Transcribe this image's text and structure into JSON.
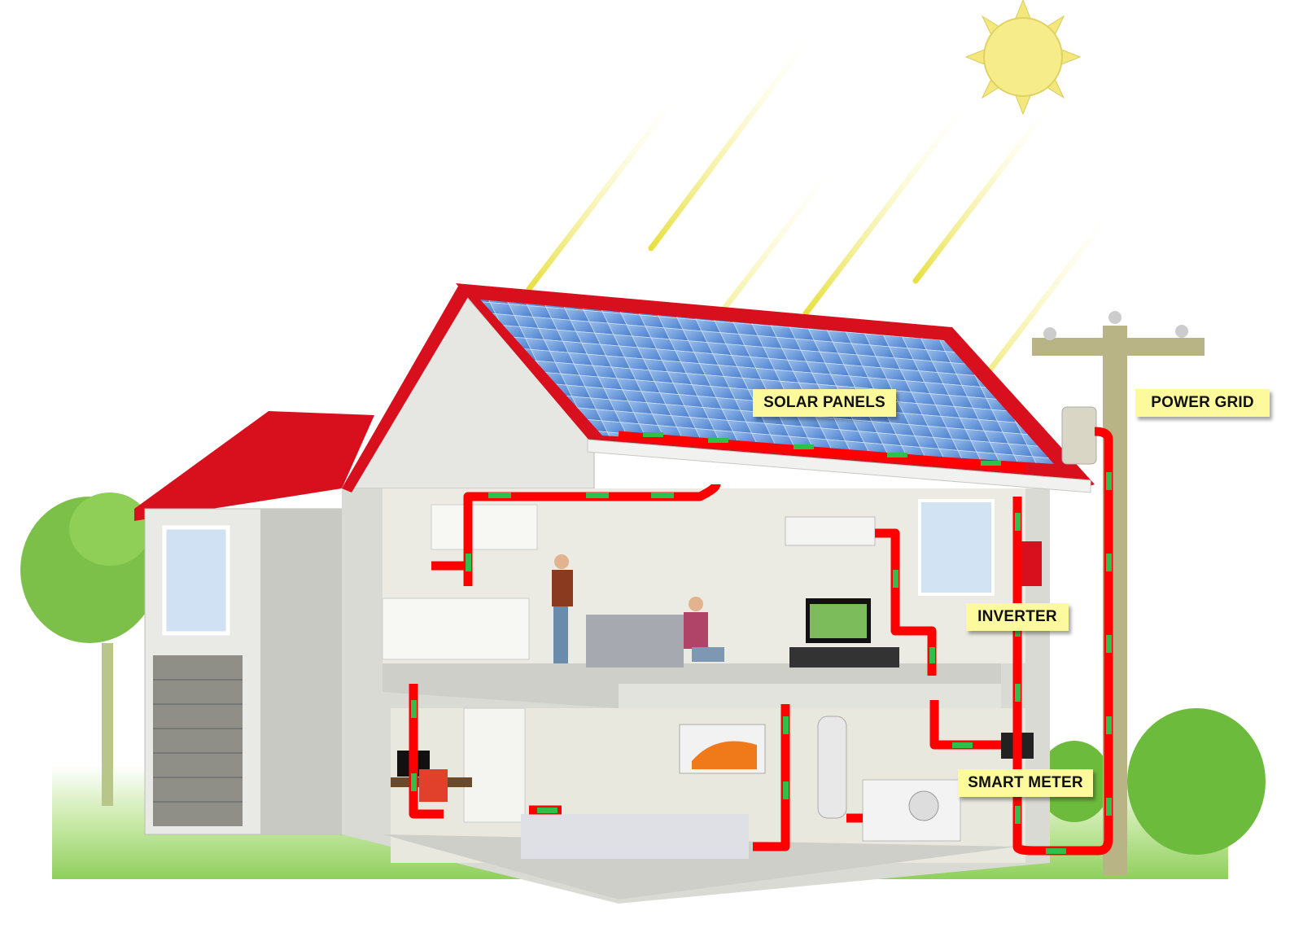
{
  "labels": {
    "solar_panels": "SOLAR PANELS",
    "power_grid": "POWER GRID",
    "inverter": "INVERTER",
    "smart_meter": "SMART METER"
  },
  "colors": {
    "label_bg": "#fcfa9c",
    "wire": "#ff0000",
    "flow_arrow": "#2fbf4a",
    "roof": "#d8101e",
    "sun": "#f6ec8a",
    "panel": "#5b8fd6"
  }
}
